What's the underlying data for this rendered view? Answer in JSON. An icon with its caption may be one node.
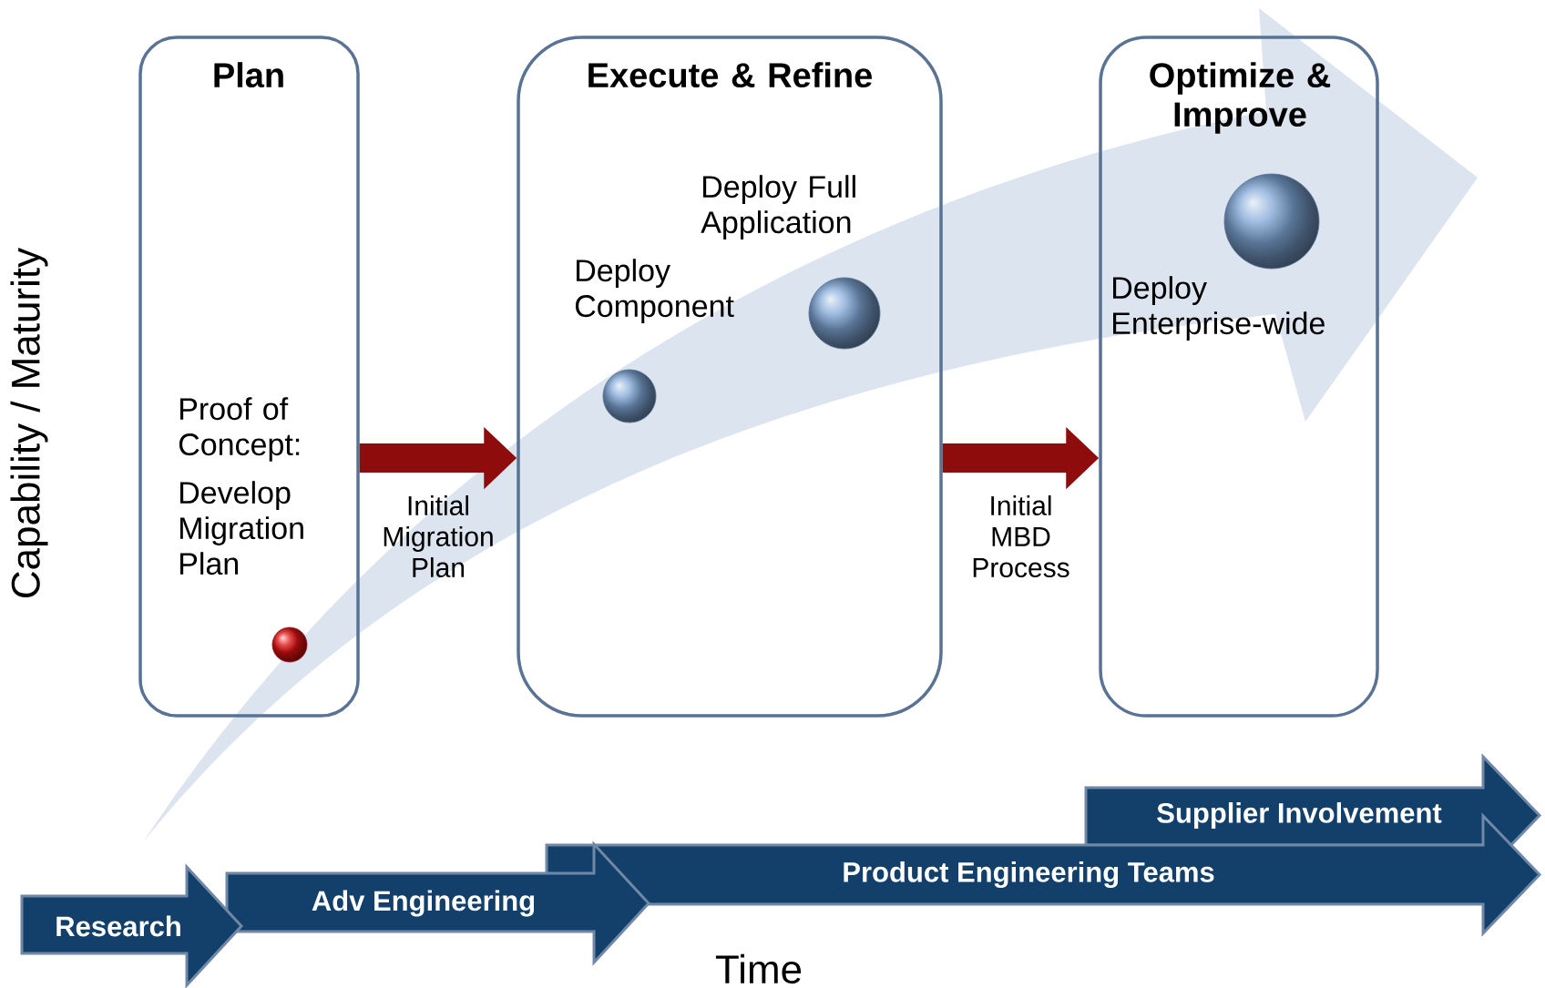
{
  "diagram": {
    "nodes": [
      {
        "text": [
          "Plan",
          "Proof of Concept:",
          "Develop Migration Plan"
        ]
      },
      {
        "text": [],
        "shape": "circle",
        "in": 0
      },
      {
        "text": [
          "Execute & Refine"
        ]
      },
      {
        "text": [],
        "shape": "circle",
        "in": 2,
        "beside": [
          "Deploy Component"
        ]
      },
      {
        "text": [],
        "shape": "circle",
        "in": 2,
        "beside": [
          "Deploy Full Application"
        ]
      },
      {
        "text": [
          "Optimize & Improve"
        ]
      },
      {
        "text": [],
        "shape": "circle",
        "in": 5,
        "beside": [
          "Deploy Enterprise-wide"
        ]
      },
      {
        "text": [
          "Research"
        ]
      },
      {
        "text": [
          "Adv Engineering"
        ]
      },
      {
        "text": [
          "Product Engineering Teams"
        ]
      },
      {
        "text": [
          "Supplier  Involvement"
        ]
      }
    ],
    "edges": [
      {
        "from": 0,
        "to": 2,
        "arrow": "to",
        "label": "Initial Migration Plan"
      },
      {
        "from": 2,
        "to": 5,
        "arrow": "to",
        "label": "Initial MBD Process"
      }
    ],
    "labels": [
      "Capability / Maturity",
      "Time"
    ]
  }
}
